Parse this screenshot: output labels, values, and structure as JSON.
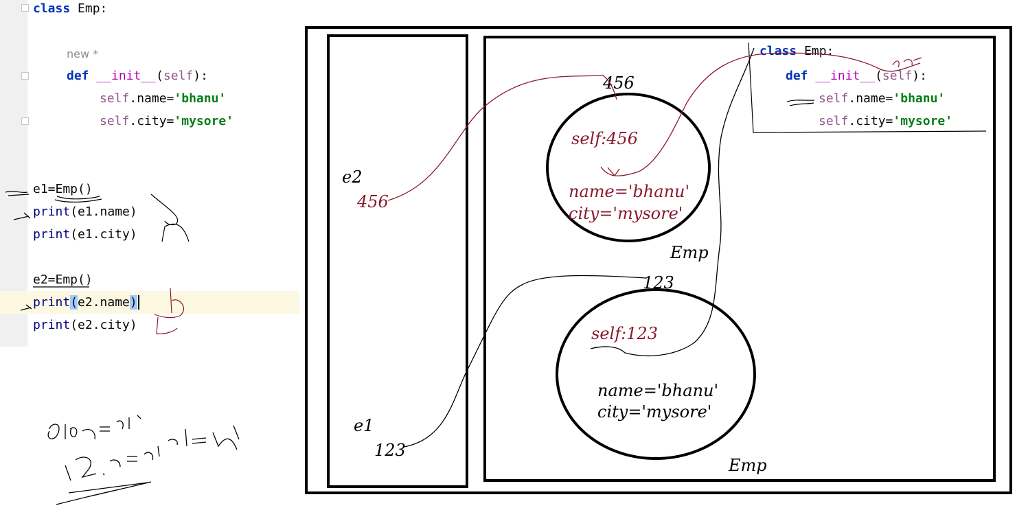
{
  "editor": {
    "hint": "new *",
    "lines": {
      "class_kw": "class",
      "class_name": " Emp:",
      "def_kw": "def",
      "init_name": "__init__",
      "init_open": "(",
      "init_self": "self",
      "init_close": "):",
      "self1": "self",
      "name_assign": ".name=",
      "name_value": "'bhanu'",
      "self2": "self",
      "city_assign": ".city=",
      "city_value": "'mysore'",
      "e1_create": "e1=Emp()",
      "print_kw_1": "print",
      "print_args_1": "(e1.name)",
      "print_kw_2": "print",
      "print_args_2": "(e1.city)",
      "e2_create": "e2=Emp()",
      "print_kw_3": "print",
      "print_args_3a": "(",
      "print_args_3b": "e2.name",
      "print_args_3c": ")",
      "print_kw_4": "print",
      "print_args_4": "(e2.city)"
    }
  },
  "diagram": {
    "stack_labels": {
      "e2": "e2",
      "e2_ref": "456",
      "e1": "e1",
      "e1_ref": "123"
    },
    "object_top": {
      "address": "456",
      "self": "self:456",
      "name": "name='bhanu'",
      "city": "city='mysore'",
      "type": "Emp"
    },
    "object_bottom": {
      "address": "123",
      "self": "self:123",
      "name": "name='bhanu'",
      "city": "city='mysore'",
      "type": "Emp"
    },
    "heap_label": "Emp"
  },
  "mini_code": {
    "class_kw": "class",
    "class_name": " Emp:",
    "def_kw": "def",
    "init_name": "__init__",
    "init_open": "(",
    "init_self": "self",
    "init_close": "):",
    "self1": "self",
    "name_assign": ".name=",
    "name_value": "'bhanu'",
    "self2": "self",
    "city_assign": ".city=",
    "city_value": "'mysore'"
  },
  "colors": {
    "ink": "#000000",
    "annotation": "#8b1a2e",
    "keyword": "#0033b3",
    "string": "#067d17",
    "self": "#94558d"
  }
}
